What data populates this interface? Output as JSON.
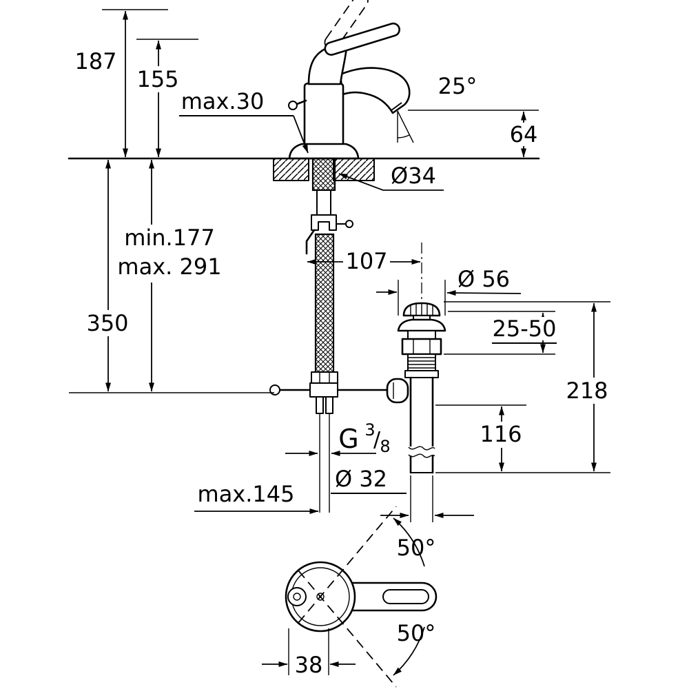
{
  "colors": {
    "line": "#000000",
    "background": "#ffffff"
  },
  "labels": {
    "d187": "187",
    "d155": "155",
    "max30": "max.30",
    "angle25": "25°",
    "d64": "64",
    "dia34": "Ø34",
    "min177": "min.177",
    "max291": "max. 291",
    "d107": "107",
    "dia56": "Ø 56",
    "range2550": "25-50",
    "d350": "350",
    "d218": "218",
    "d116": "116",
    "threadG": "G",
    "threadNum": "3",
    "threadSlash": "/",
    "threadDen": "8",
    "dia32": "Ø 32",
    "max145": "max.145",
    "angle50a": "50°",
    "angle50b": "50°",
    "d38": "38"
  }
}
